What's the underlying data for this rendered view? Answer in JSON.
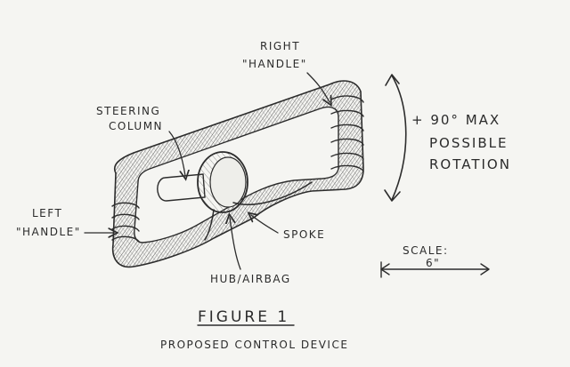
{
  "labels": {
    "right_handle_line1": "RIGHT",
    "right_handle_line2": "\"HANDLE\"",
    "steering_line1": "STEERING",
    "steering_line2": "COLUMN",
    "left_handle_line1": "LEFT",
    "left_handle_line2": "\"HANDLE\"",
    "spoke": "SPOKE",
    "hub": "HUB/AIRBAG",
    "rotation_line1": "+ 90° MAX",
    "rotation_line2": "POSSIBLE",
    "rotation_line3": "ROTATION",
    "scale_label": "SCALE:",
    "scale_value": "6\""
  },
  "figure": {
    "title": "FIGURE 1",
    "caption": "PROPOSED CONTROL DEVICE"
  },
  "colors": {
    "ink": "#2c2c2c",
    "paper": "#f5f5f2"
  }
}
